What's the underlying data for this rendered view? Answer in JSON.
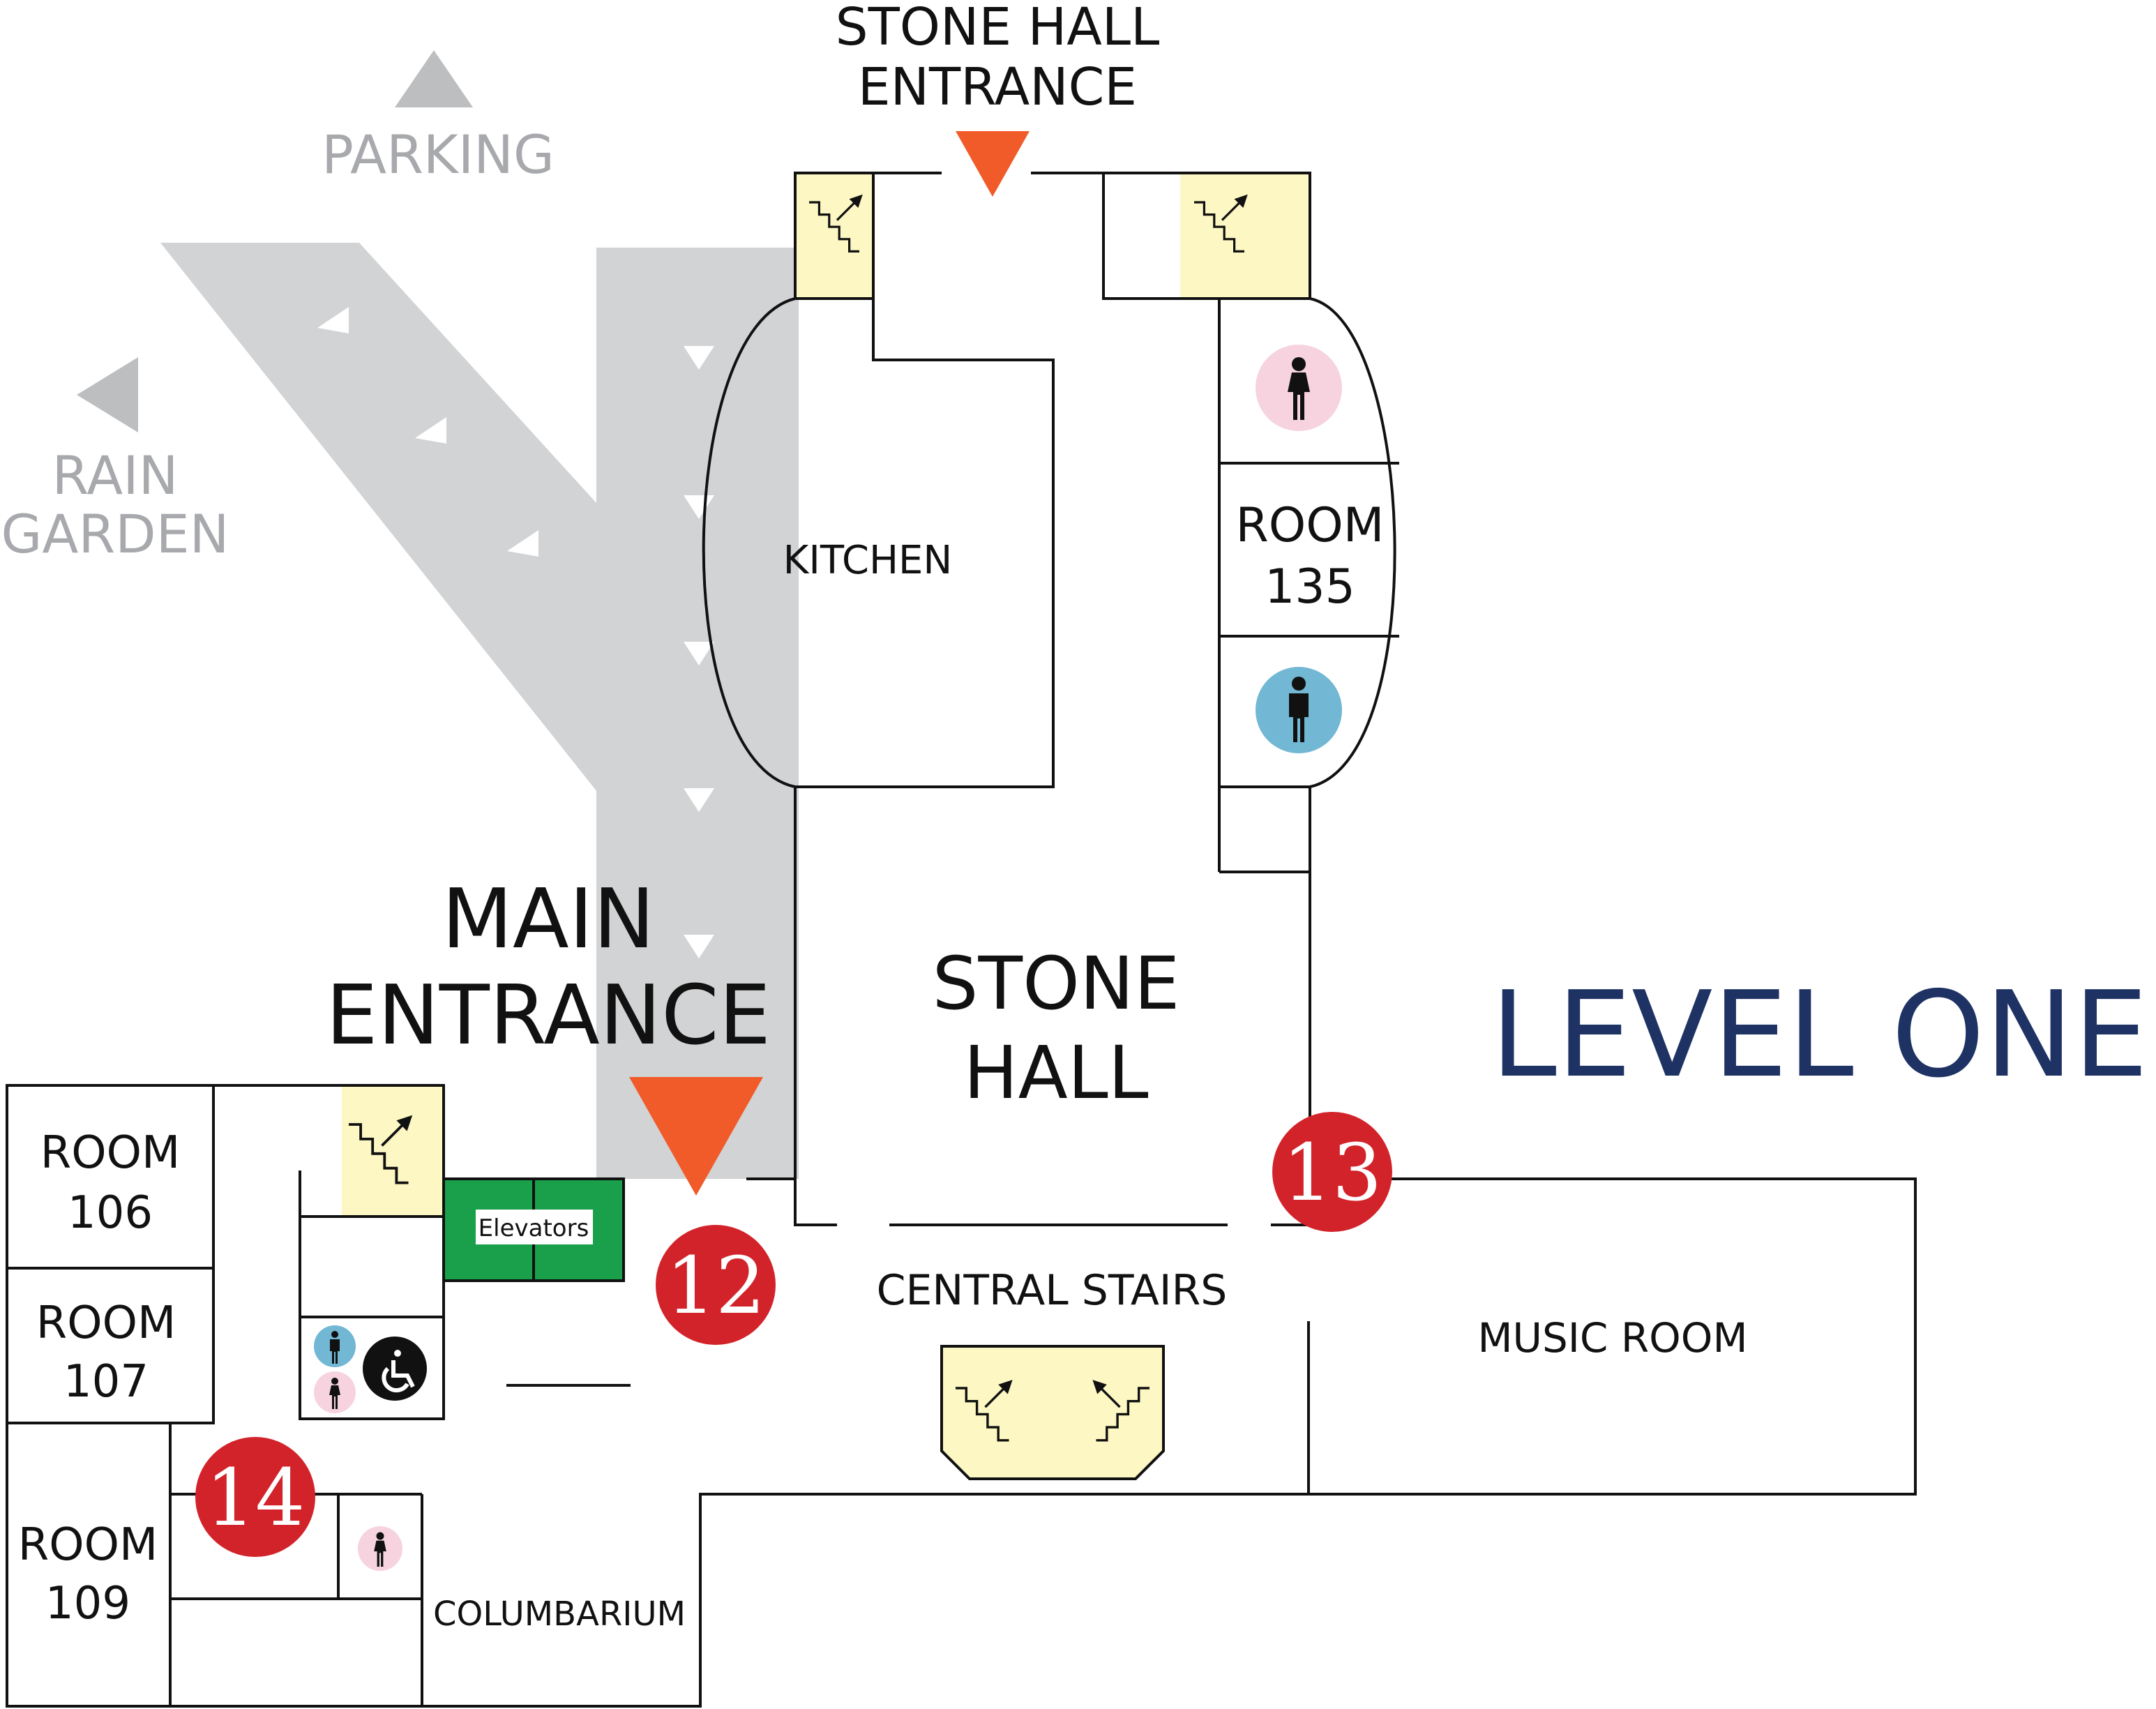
{
  "title": "LEVEL ONE",
  "entrances": {
    "main_line1": "MAIN",
    "main_line2": "ENTRANCE",
    "stone_hall_line1": "STONE HALL",
    "stone_hall_line2": "ENTRANCE"
  },
  "outdoor": {
    "parking": "PARKING",
    "rain_garden_line1": "RAIN",
    "rain_garden_line2": "GARDEN"
  },
  "rooms": {
    "kitchen": "KITCHEN",
    "stone_hall_line1": "STONE",
    "stone_hall_line2": "HALL",
    "central_stairs": "CENTRAL STAIRS",
    "music_room": "MUSIC ROOM",
    "columbarium": "COLUMBARIUM",
    "elevators": "Elevators",
    "room135": [
      "ROOM",
      "135"
    ],
    "room106": [
      "ROOM",
      "106"
    ],
    "room107": [
      "ROOM",
      "107"
    ],
    "room109": [
      "ROOM",
      "109"
    ]
  },
  "markers": {
    "m12": "12",
    "m13": "13",
    "m14": "14"
  },
  "icons": {
    "entrance_arrow": "down-triangle-icon",
    "stairs": "stairs-up-icon",
    "womens_restroom": "female-restroom-icon",
    "mens_restroom": "male-restroom-icon",
    "accessible": "wheelchair-icon"
  },
  "colors": {
    "title": "#1f3264",
    "entrance_arrow": "#f15a29",
    "marker": "#d2232a",
    "stairs_fill": "#fdf7c3",
    "elevator_fill": "#1aa04a",
    "path_gray": "#d1d3d4",
    "women_circle": "#f6d3df",
    "men_circle": "#72b7d4"
  }
}
